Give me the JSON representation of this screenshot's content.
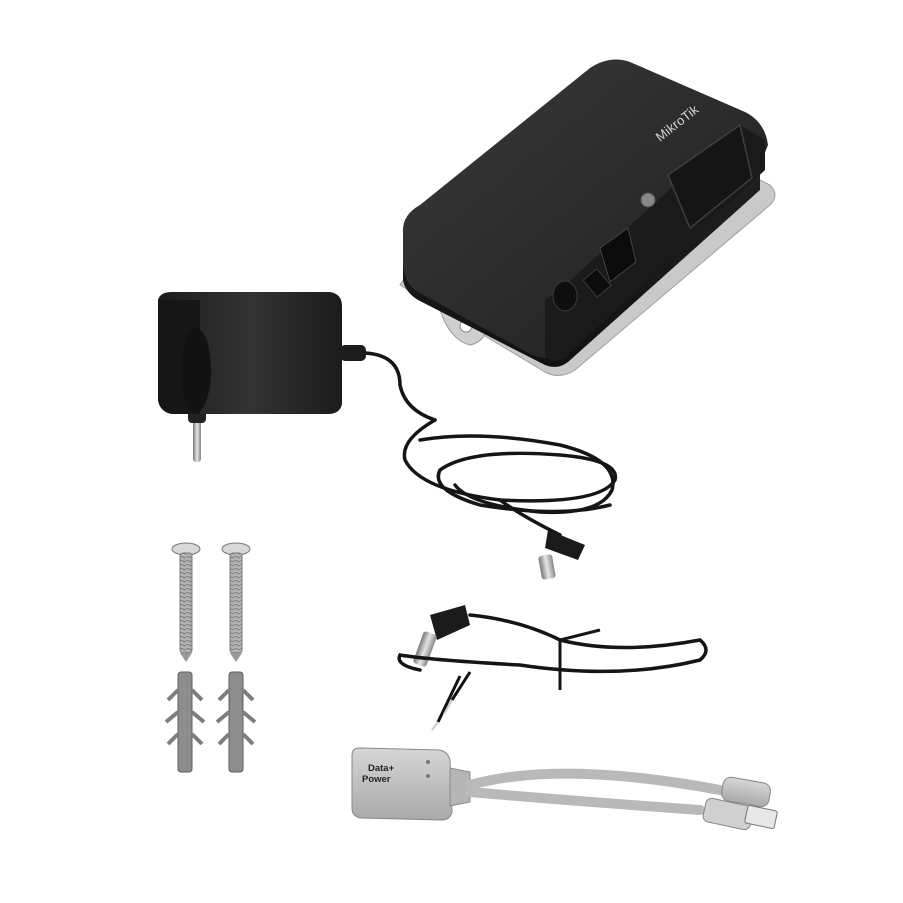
{
  "device": {
    "brand_label": "MikroTik"
  },
  "poe_injector": {
    "label_line1": "Data+",
    "label_line2": "Power"
  },
  "colors": {
    "background": "#ffffff",
    "device_body": "#2a2a2a",
    "device_base": "#c8c8c8",
    "adapter": "#262626",
    "cable": "#151515",
    "screw": "#a9a9a9",
    "anchor": "#8c8c8c",
    "injector": "#bdbdbd"
  }
}
